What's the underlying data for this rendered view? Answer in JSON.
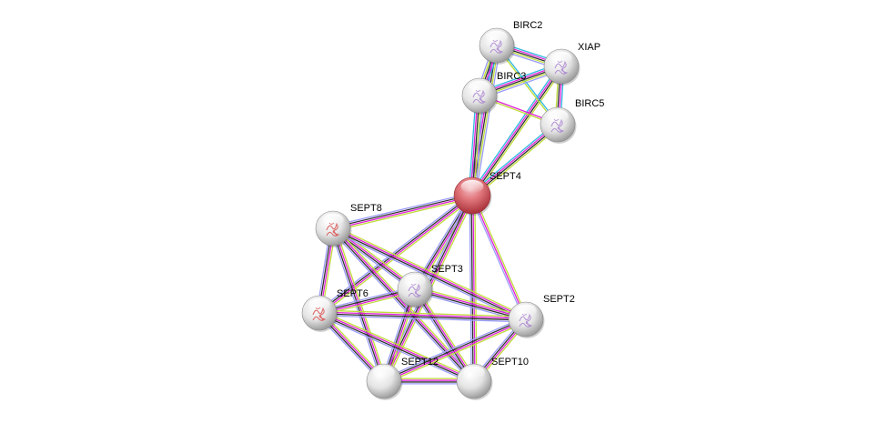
{
  "network": {
    "nodes": [
      {
        "id": "SEPT4",
        "label": "SEPT4",
        "query": true,
        "structure": "none"
      },
      {
        "id": "BIRC2",
        "label": "BIRC2",
        "query": false,
        "structure": "purple"
      },
      {
        "id": "XIAP",
        "label": "XIAP",
        "query": false,
        "structure": "purple"
      },
      {
        "id": "BIRC3",
        "label": "BIRC3",
        "query": false,
        "structure": "purple"
      },
      {
        "id": "BIRC5",
        "label": "BIRC5",
        "query": false,
        "structure": "purple"
      },
      {
        "id": "SEPT8",
        "label": "SEPT8",
        "query": false,
        "structure": "red"
      },
      {
        "id": "SEPT3",
        "label": "SEPT3",
        "query": false,
        "structure": "purple"
      },
      {
        "id": "SEPT6",
        "label": "SEPT6",
        "query": false,
        "structure": "red"
      },
      {
        "id": "SEPT2",
        "label": "SEPT2",
        "query": false,
        "structure": "purple"
      },
      {
        "id": "SEPT12",
        "label": "SEPT12",
        "query": false,
        "structure": "none"
      },
      {
        "id": "SEPT10",
        "label": "SEPT10",
        "query": false,
        "structure": "none"
      }
    ],
    "edges": [
      {
        "a": "SEPT4",
        "b": "BIRC2",
        "evidence": [
          "cyan",
          "magenta",
          "black",
          "lime",
          "violet"
        ]
      },
      {
        "a": "SEPT4",
        "b": "BIRC3",
        "evidence": [
          "cyan",
          "magenta",
          "black",
          "lime",
          "violet"
        ]
      },
      {
        "a": "SEPT4",
        "b": "XIAP",
        "evidence": [
          "cyan",
          "magenta",
          "black",
          "lime"
        ]
      },
      {
        "a": "SEPT4",
        "b": "BIRC5",
        "evidence": [
          "cyan",
          "magenta",
          "black",
          "lime"
        ]
      },
      {
        "a": "BIRC2",
        "b": "BIRC3",
        "evidence": [
          "cyan",
          "magenta",
          "black",
          "lime",
          "violet"
        ]
      },
      {
        "a": "BIRC2",
        "b": "XIAP",
        "evidence": [
          "cyan",
          "magenta",
          "black",
          "lime",
          "violet"
        ]
      },
      {
        "a": "BIRC2",
        "b": "BIRC5",
        "evidence": [
          "cyan",
          "lime"
        ]
      },
      {
        "a": "BIRC3",
        "b": "XIAP",
        "evidence": [
          "cyan",
          "magenta",
          "black",
          "lime",
          "violet"
        ]
      },
      {
        "a": "BIRC3",
        "b": "BIRC5",
        "evidence": [
          "magenta",
          "lime"
        ]
      },
      {
        "a": "XIAP",
        "b": "BIRC5",
        "evidence": [
          "cyan",
          "magenta",
          "black",
          "lime"
        ]
      },
      {
        "a": "SEPT4",
        "b": "SEPT8",
        "evidence": [
          "lime",
          "magenta",
          "black",
          "violet"
        ]
      },
      {
        "a": "SEPT4",
        "b": "SEPT3",
        "evidence": [
          "lime",
          "magenta",
          "black",
          "violet"
        ]
      },
      {
        "a": "SEPT4",
        "b": "SEPT6",
        "evidence": [
          "lime",
          "magenta",
          "black",
          "violet"
        ]
      },
      {
        "a": "SEPT4",
        "b": "SEPT2",
        "evidence": [
          "lime",
          "magenta",
          "violet"
        ]
      },
      {
        "a": "SEPT4",
        "b": "SEPT12",
        "evidence": [
          "lime",
          "magenta",
          "black",
          "violet"
        ]
      },
      {
        "a": "SEPT4",
        "b": "SEPT10",
        "evidence": [
          "lime",
          "magenta",
          "black",
          "violet"
        ]
      },
      {
        "a": "SEPT8",
        "b": "SEPT3",
        "evidence": [
          "lime",
          "magenta",
          "black",
          "violet"
        ]
      },
      {
        "a": "SEPT8",
        "b": "SEPT6",
        "evidence": [
          "lime",
          "magenta",
          "black",
          "violet"
        ]
      },
      {
        "a": "SEPT8",
        "b": "SEPT2",
        "evidence": [
          "lime",
          "magenta",
          "black",
          "violet"
        ]
      },
      {
        "a": "SEPT8",
        "b": "SEPT12",
        "evidence": [
          "lime",
          "magenta",
          "black",
          "violet"
        ]
      },
      {
        "a": "SEPT8",
        "b": "SEPT10",
        "evidence": [
          "lime",
          "magenta",
          "black",
          "violet"
        ]
      },
      {
        "a": "SEPT3",
        "b": "SEPT6",
        "evidence": [
          "lime",
          "magenta",
          "black",
          "violet"
        ]
      },
      {
        "a": "SEPT3",
        "b": "SEPT2",
        "evidence": [
          "lime",
          "magenta",
          "black",
          "violet"
        ]
      },
      {
        "a": "SEPT3",
        "b": "SEPT12",
        "evidence": [
          "lime",
          "magenta",
          "black",
          "violet"
        ]
      },
      {
        "a": "SEPT3",
        "b": "SEPT10",
        "evidence": [
          "lime",
          "magenta",
          "black",
          "violet"
        ]
      },
      {
        "a": "SEPT6",
        "b": "SEPT2",
        "evidence": [
          "lime",
          "magenta",
          "black",
          "violet"
        ]
      },
      {
        "a": "SEPT6",
        "b": "SEPT12",
        "evidence": [
          "lime",
          "magenta",
          "black",
          "violet"
        ]
      },
      {
        "a": "SEPT6",
        "b": "SEPT10",
        "evidence": [
          "lime",
          "magenta",
          "black",
          "violet"
        ]
      },
      {
        "a": "SEPT2",
        "b": "SEPT12",
        "evidence": [
          "lime",
          "magenta",
          "black",
          "violet"
        ]
      },
      {
        "a": "SEPT2",
        "b": "SEPT10",
        "evidence": [
          "lime",
          "magenta",
          "black",
          "violet"
        ]
      },
      {
        "a": "SEPT12",
        "b": "SEPT10",
        "evidence": [
          "lime",
          "magenta",
          "black",
          "violet"
        ]
      }
    ]
  },
  "colors": {
    "cyan": "#2fb8e0",
    "magenta": "#e020d8",
    "black": "#303030",
    "lime": "#c0dc3a",
    "violet": "#9a9cf8",
    "query_node": "#e0767c",
    "node": "#e6e6e6",
    "structure_purple": "#a880d0",
    "structure_red": "#d84848"
  }
}
